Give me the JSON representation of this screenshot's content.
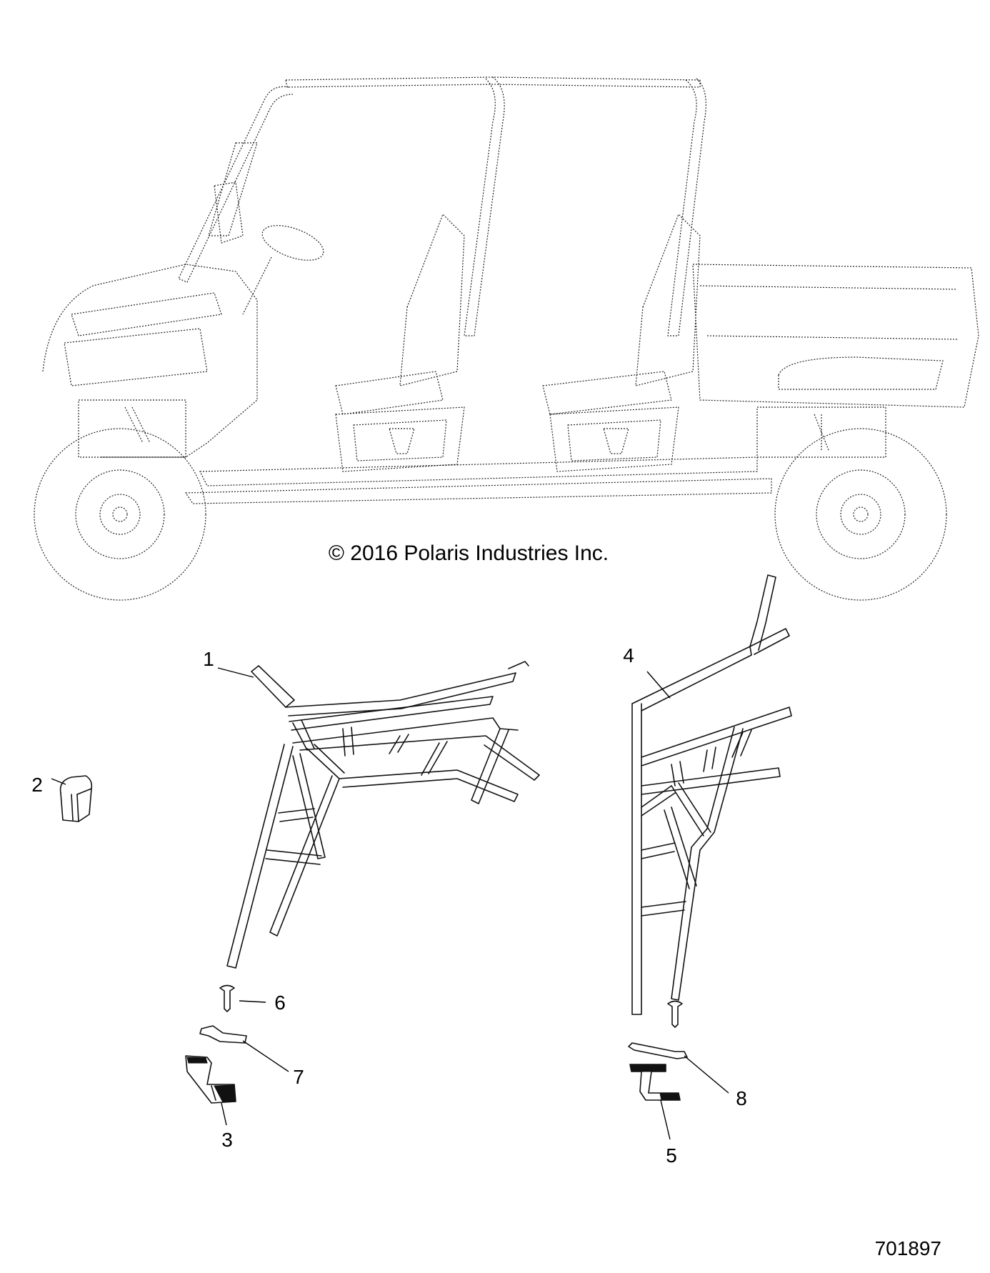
{
  "copyright": "© 2016 Polaris Industries Inc.",
  "figure_number": "701897",
  "callouts": [
    {
      "num": "1",
      "part": "front-cab-frame"
    },
    {
      "num": "2",
      "part": "clip"
    },
    {
      "num": "3",
      "part": "front-bracket"
    },
    {
      "num": "4",
      "part": "rear-cab-frame"
    },
    {
      "num": "5",
      "part": "rear-bracket"
    },
    {
      "num": "6",
      "part": "push-rivet"
    },
    {
      "num": "7",
      "part": "front-strap"
    },
    {
      "num": "8",
      "part": "rear-strap"
    }
  ]
}
